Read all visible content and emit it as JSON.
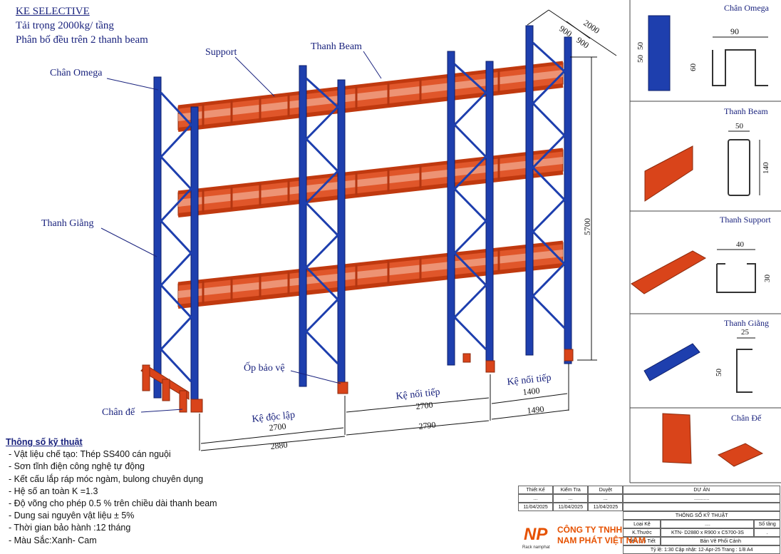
{
  "header": {
    "title": "KE SELECTIVE",
    "load": "Tải trọng 2000kg/ tầng",
    "distribution": "Phân bố đều trên 2 thanh beam"
  },
  "labels": {
    "chan_omega": "Chân Omega",
    "support": "Support",
    "thanh_beam": "Thanh Beam",
    "thanh_giang": "Thanh Giằng",
    "chan_de": "Chân đế",
    "op_bao_ve": "Ốp bảo vệ",
    "ke_doc_lap": "Kệ độc lập",
    "ke_noi_tiep_1": "Kệ nối tiếp",
    "ke_noi_tiep_2": "Kệ nối tiếp"
  },
  "dimensions": {
    "height": "5700",
    "depth_total": "2000",
    "depth_a": "900",
    "depth_b": "900",
    "bay1_clear": "2700",
    "bay1_total": "2880",
    "bay2_clear": "2700",
    "bay2_total": "2790",
    "bay3_clear": "1400",
    "bay3_total": "1490"
  },
  "details": [
    {
      "title": "Chân Omega",
      "dims": [
        "90",
        "50",
        "50",
        "60"
      ]
    },
    {
      "title": "Thanh Beam",
      "dims": [
        "50",
        "140"
      ]
    },
    {
      "title": "Thanh Support",
      "dims": [
        "40",
        "30"
      ]
    },
    {
      "title": "Thanh Giằng",
      "dims": [
        "25",
        "50"
      ]
    },
    {
      "title": "Chân Đế",
      "dims": []
    }
  ],
  "spec": {
    "title": "Thông số kỹ thuật",
    "items": [
      "Vật liệu chế tạo: Thép SS400 cán nguội",
      "Sơn tĩnh điện công nghệ tự động",
      "Kết cấu lắp ráp móc ngàm, bulong chuyên dụng",
      "Hệ số an toàn K =1.3",
      "Độ võng cho phép 0.5 % trên chiều dài thanh beam",
      "Dung sai nguyên vật liệu ± 5%",
      "Thời gian bảo hành :12 tháng",
      "Màu Sắc:Xanh- Cam"
    ]
  },
  "title_block": {
    "designed": "Thiết Kế",
    "checked": "Kiểm Tra",
    "approved": "Duyệt",
    "dots": "...",
    "date": "11/04/2025",
    "project": "DỰ ÁN",
    "project_value": "...........",
    "tech_title": "THÔNG SỐ KỸ THUẬT",
    "rack_type": "Loại Kệ",
    "rack_type_value": "....",
    "levels": "Số tầng",
    "size": "K.Thước",
    "size_value": "KTN- D2880 x R900 x C5700-3S",
    "size_extra": ".",
    "detail_name": "Tên Chi Tiết",
    "detail_value": "Bản Vẽ Phối Cảnh",
    "scale_label": "Tỷ lệ:",
    "scale_value": "1:30",
    "update": "Cập nhật: 12-Apr-25",
    "page": "Trang :",
    "page_value": "1/8",
    "paper": "A4",
    "company_line1": "CÔNG TY TNHH",
    "company_line2": "NAM PHÁT VIỆT NAM",
    "logo_text": "NP",
    "logo_sub": "Rack namphat"
  },
  "colors": {
    "upright": "#1e3fae",
    "upright_dark": "#0d1f6b",
    "beam": "#d9441a",
    "beam_dark": "#8c2a0c",
    "label": "#1a237e"
  }
}
